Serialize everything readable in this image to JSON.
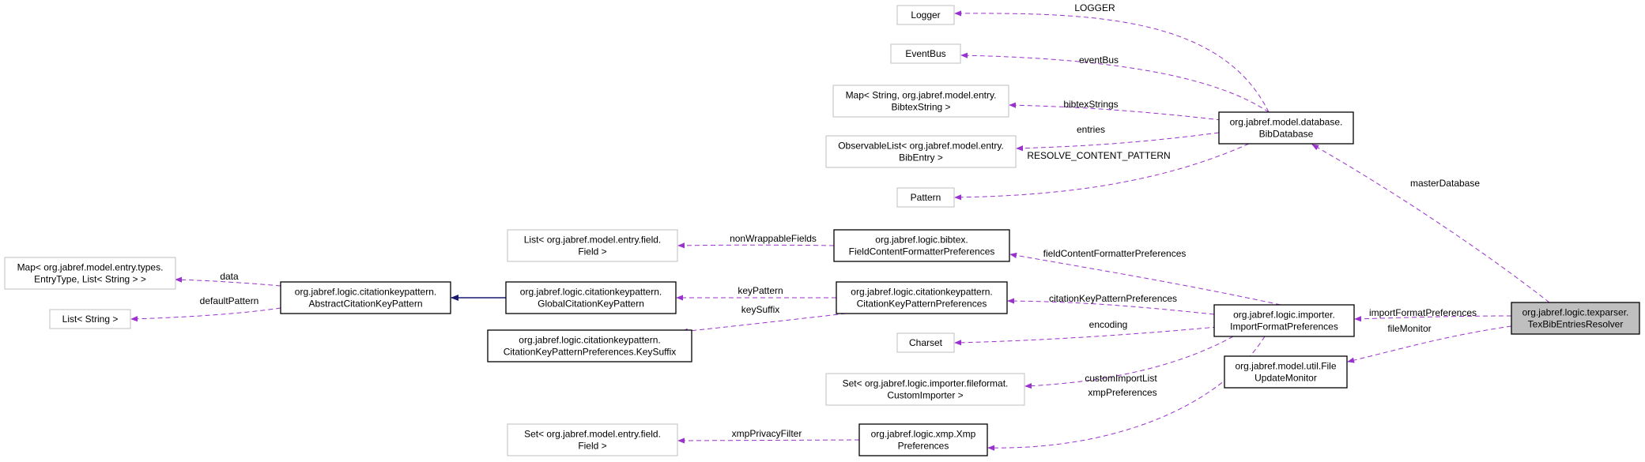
{
  "nodes": [
    {
      "id": "logger",
      "kind": "external",
      "lines": [
        "Logger"
      ]
    },
    {
      "id": "eventbus",
      "kind": "external",
      "lines": [
        "EventBus"
      ]
    },
    {
      "id": "map_bibtex",
      "kind": "external",
      "lines": [
        "Map< String, org.jabref.model.entry.",
        "BibtexString >"
      ]
    },
    {
      "id": "obslist",
      "kind": "external",
      "lines": [
        "ObservableList< org.jabref.model.entry.",
        "BibEntry >"
      ]
    },
    {
      "id": "pattern",
      "kind": "external",
      "lines": [
        "Pattern"
      ]
    },
    {
      "id": "bibdatabase",
      "kind": "class",
      "lines": [
        "org.jabref.model.database.",
        "BibDatabase"
      ]
    },
    {
      "id": "list_field",
      "kind": "external",
      "lines": [
        "List< org.jabref.model.entry.field.",
        "Field >"
      ]
    },
    {
      "id": "fcfp",
      "kind": "class",
      "lines": [
        "org.jabref.logic.bibtex.",
        "FieldContentFormatterPreferences"
      ]
    },
    {
      "id": "map_types",
      "kind": "external",
      "lines": [
        "Map< org.jabref.model.entry.types.",
        "EntryType, List< String > >"
      ]
    },
    {
      "id": "list_string",
      "kind": "external",
      "lines": [
        "List< String >"
      ]
    },
    {
      "id": "abstract_ckp",
      "kind": "class",
      "lines": [
        "org.jabref.logic.citationkeypattern.",
        "AbstractCitationKeyPattern"
      ]
    },
    {
      "id": "global_ckp",
      "kind": "class",
      "lines": [
        "org.jabref.logic.citationkeypattern.",
        "GlobalCitationKeyPattern"
      ]
    },
    {
      "id": "ckpp",
      "kind": "class",
      "lines": [
        "org.jabref.logic.citationkeypattern.",
        "CitationKeyPatternPreferences"
      ]
    },
    {
      "id": "keysuffix",
      "kind": "class",
      "lines": [
        "org.jabref.logic.citationkeypattern.",
        "CitationKeyPatternPreferences.KeySuffix"
      ]
    },
    {
      "id": "charset",
      "kind": "external",
      "lines": [
        "Charset"
      ]
    },
    {
      "id": "set_importer",
      "kind": "external",
      "lines": [
        "Set< org.jabref.logic.importer.fileformat.",
        "CustomImporter >"
      ]
    },
    {
      "id": "set_field",
      "kind": "external",
      "lines": [
        "Set< org.jabref.model.entry.field.",
        "Field >"
      ]
    },
    {
      "id": "xmp",
      "kind": "class",
      "lines": [
        "org.jabref.logic.xmp.Xmp",
        "Preferences"
      ]
    },
    {
      "id": "importfp",
      "kind": "class",
      "lines": [
        "org.jabref.logic.importer.",
        "ImportFormatPreferences"
      ]
    },
    {
      "id": "fileupdate",
      "kind": "class",
      "lines": [
        "org.jabref.model.util.File",
        "UpdateMonitor"
      ]
    },
    {
      "id": "resolver",
      "kind": "focus",
      "lines": [
        "org.jabref.logic.texparser.",
        "TexBibEntriesResolver"
      ]
    }
  ],
  "edges": [
    {
      "from": "bibdatabase",
      "to": "logger",
      "type": "association",
      "label": "LOGGER"
    },
    {
      "from": "bibdatabase",
      "to": "eventbus",
      "type": "association",
      "label": "eventBus"
    },
    {
      "from": "bibdatabase",
      "to": "map_bibtex",
      "type": "association",
      "label": "bibtexStrings"
    },
    {
      "from": "bibdatabase",
      "to": "obslist",
      "type": "association",
      "label": "entries"
    },
    {
      "from": "bibdatabase",
      "to": "pattern",
      "type": "association",
      "label": "RESOLVE_CONTENT_PATTERN"
    },
    {
      "from": "resolver",
      "to": "bibdatabase",
      "type": "association",
      "label": "masterDatabase"
    },
    {
      "from": "fcfp",
      "to": "list_field",
      "type": "association",
      "label": "nonWrappableFields"
    },
    {
      "from": "importfp",
      "to": "fcfp",
      "type": "association",
      "label": "fieldContentFormatterPreferences"
    },
    {
      "from": "abstract_ckp",
      "to": "map_types",
      "type": "association",
      "label": "data"
    },
    {
      "from": "abstract_ckp",
      "to": "list_string",
      "type": "association",
      "label": "defaultPattern"
    },
    {
      "from": "global_ckp",
      "to": "abstract_ckp",
      "type": "inheritance",
      "label": ""
    },
    {
      "from": "ckpp",
      "to": "global_ckp",
      "type": "association",
      "label": "keyPattern"
    },
    {
      "from": "ckpp",
      "to": "keysuffix",
      "type": "association",
      "label": "keySuffix"
    },
    {
      "from": "importfp",
      "to": "ckpp",
      "type": "association",
      "label": "citationKeyPatternPreferences"
    },
    {
      "from": "importfp",
      "to": "charset",
      "type": "association",
      "label": "encoding"
    },
    {
      "from": "importfp",
      "to": "set_importer",
      "type": "association",
      "label": "customImportList"
    },
    {
      "from": "importfp",
      "to": "xmp",
      "type": "association",
      "label": "xmpPreferences"
    },
    {
      "from": "xmp",
      "to": "set_field",
      "type": "association",
      "label": "xmpPrivacyFilter"
    },
    {
      "from": "resolver",
      "to": "importfp",
      "type": "association",
      "label": "importFormatPreferences"
    },
    {
      "from": "resolver",
      "to": "fileupdate",
      "type": "association",
      "label": "fileMonitor"
    }
  ]
}
